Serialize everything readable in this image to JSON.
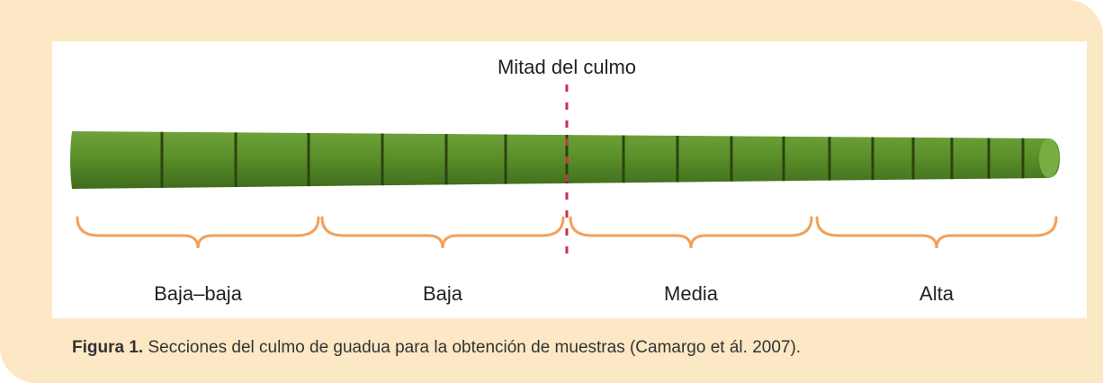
{
  "diagram": {
    "midpoint_label": "Mitad del culmo",
    "sections": [
      {
        "label": "Baja–baja"
      },
      {
        "label": "Baja"
      },
      {
        "label": "Media"
      },
      {
        "label": "Alta"
      }
    ],
    "node_count": 17,
    "colors": {
      "culm": "#5a8f2a",
      "culm_dark": "#3f6b1c",
      "node": "#2b4410",
      "brace": "#f1a15b",
      "midline": "#c8324a",
      "frame": "#fce8c4"
    }
  },
  "caption": {
    "label": "Figura 1.",
    "text": " Secciones del culmo de guadua para la obtención de muestras (Camargo et ál. 2007)."
  }
}
